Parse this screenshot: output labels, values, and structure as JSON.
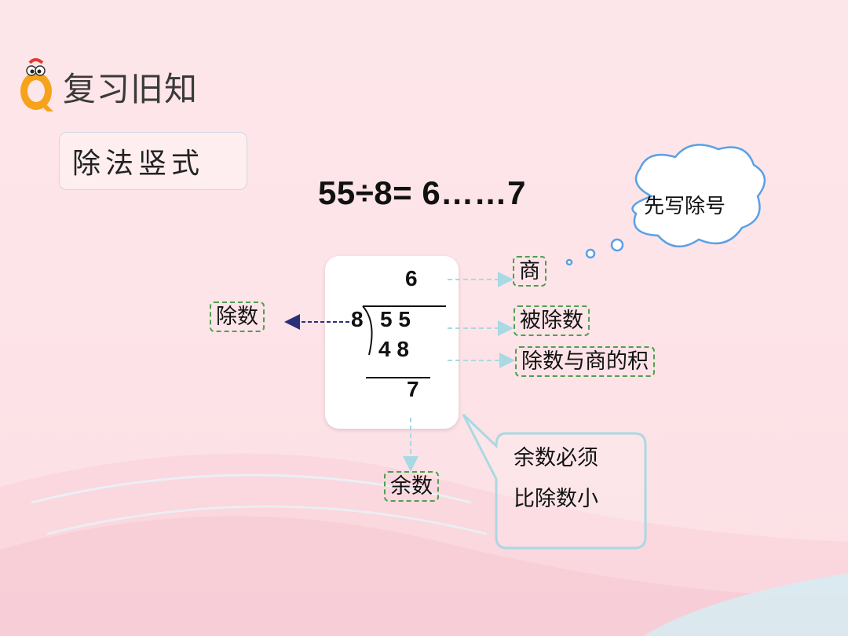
{
  "header": {
    "title": "复习旧知"
  },
  "topic": {
    "label": "除法竖式"
  },
  "equation": {
    "text": "55÷8= 6……7"
  },
  "long_division": {
    "quotient": "6",
    "divisor": "8",
    "dividend": "5 5",
    "product": "4 8",
    "remainder": "7"
  },
  "labels": {
    "quotient": "商",
    "dividend": "被除数",
    "product": "除数与商的积",
    "divisor": "除数",
    "remainder": "余数"
  },
  "thought_bubble": {
    "text": "先写除号"
  },
  "remark_bubble": {
    "line1": "余数必须",
    "line2": "比除数小"
  },
  "colors": {
    "label_border": "#4ea04e",
    "arrow_light": "#a9d9e3",
    "arrow_dark": "#2a2f7a",
    "cloud_stroke": "#5aa0e6",
    "callout_stroke": "#a9d9e3"
  }
}
